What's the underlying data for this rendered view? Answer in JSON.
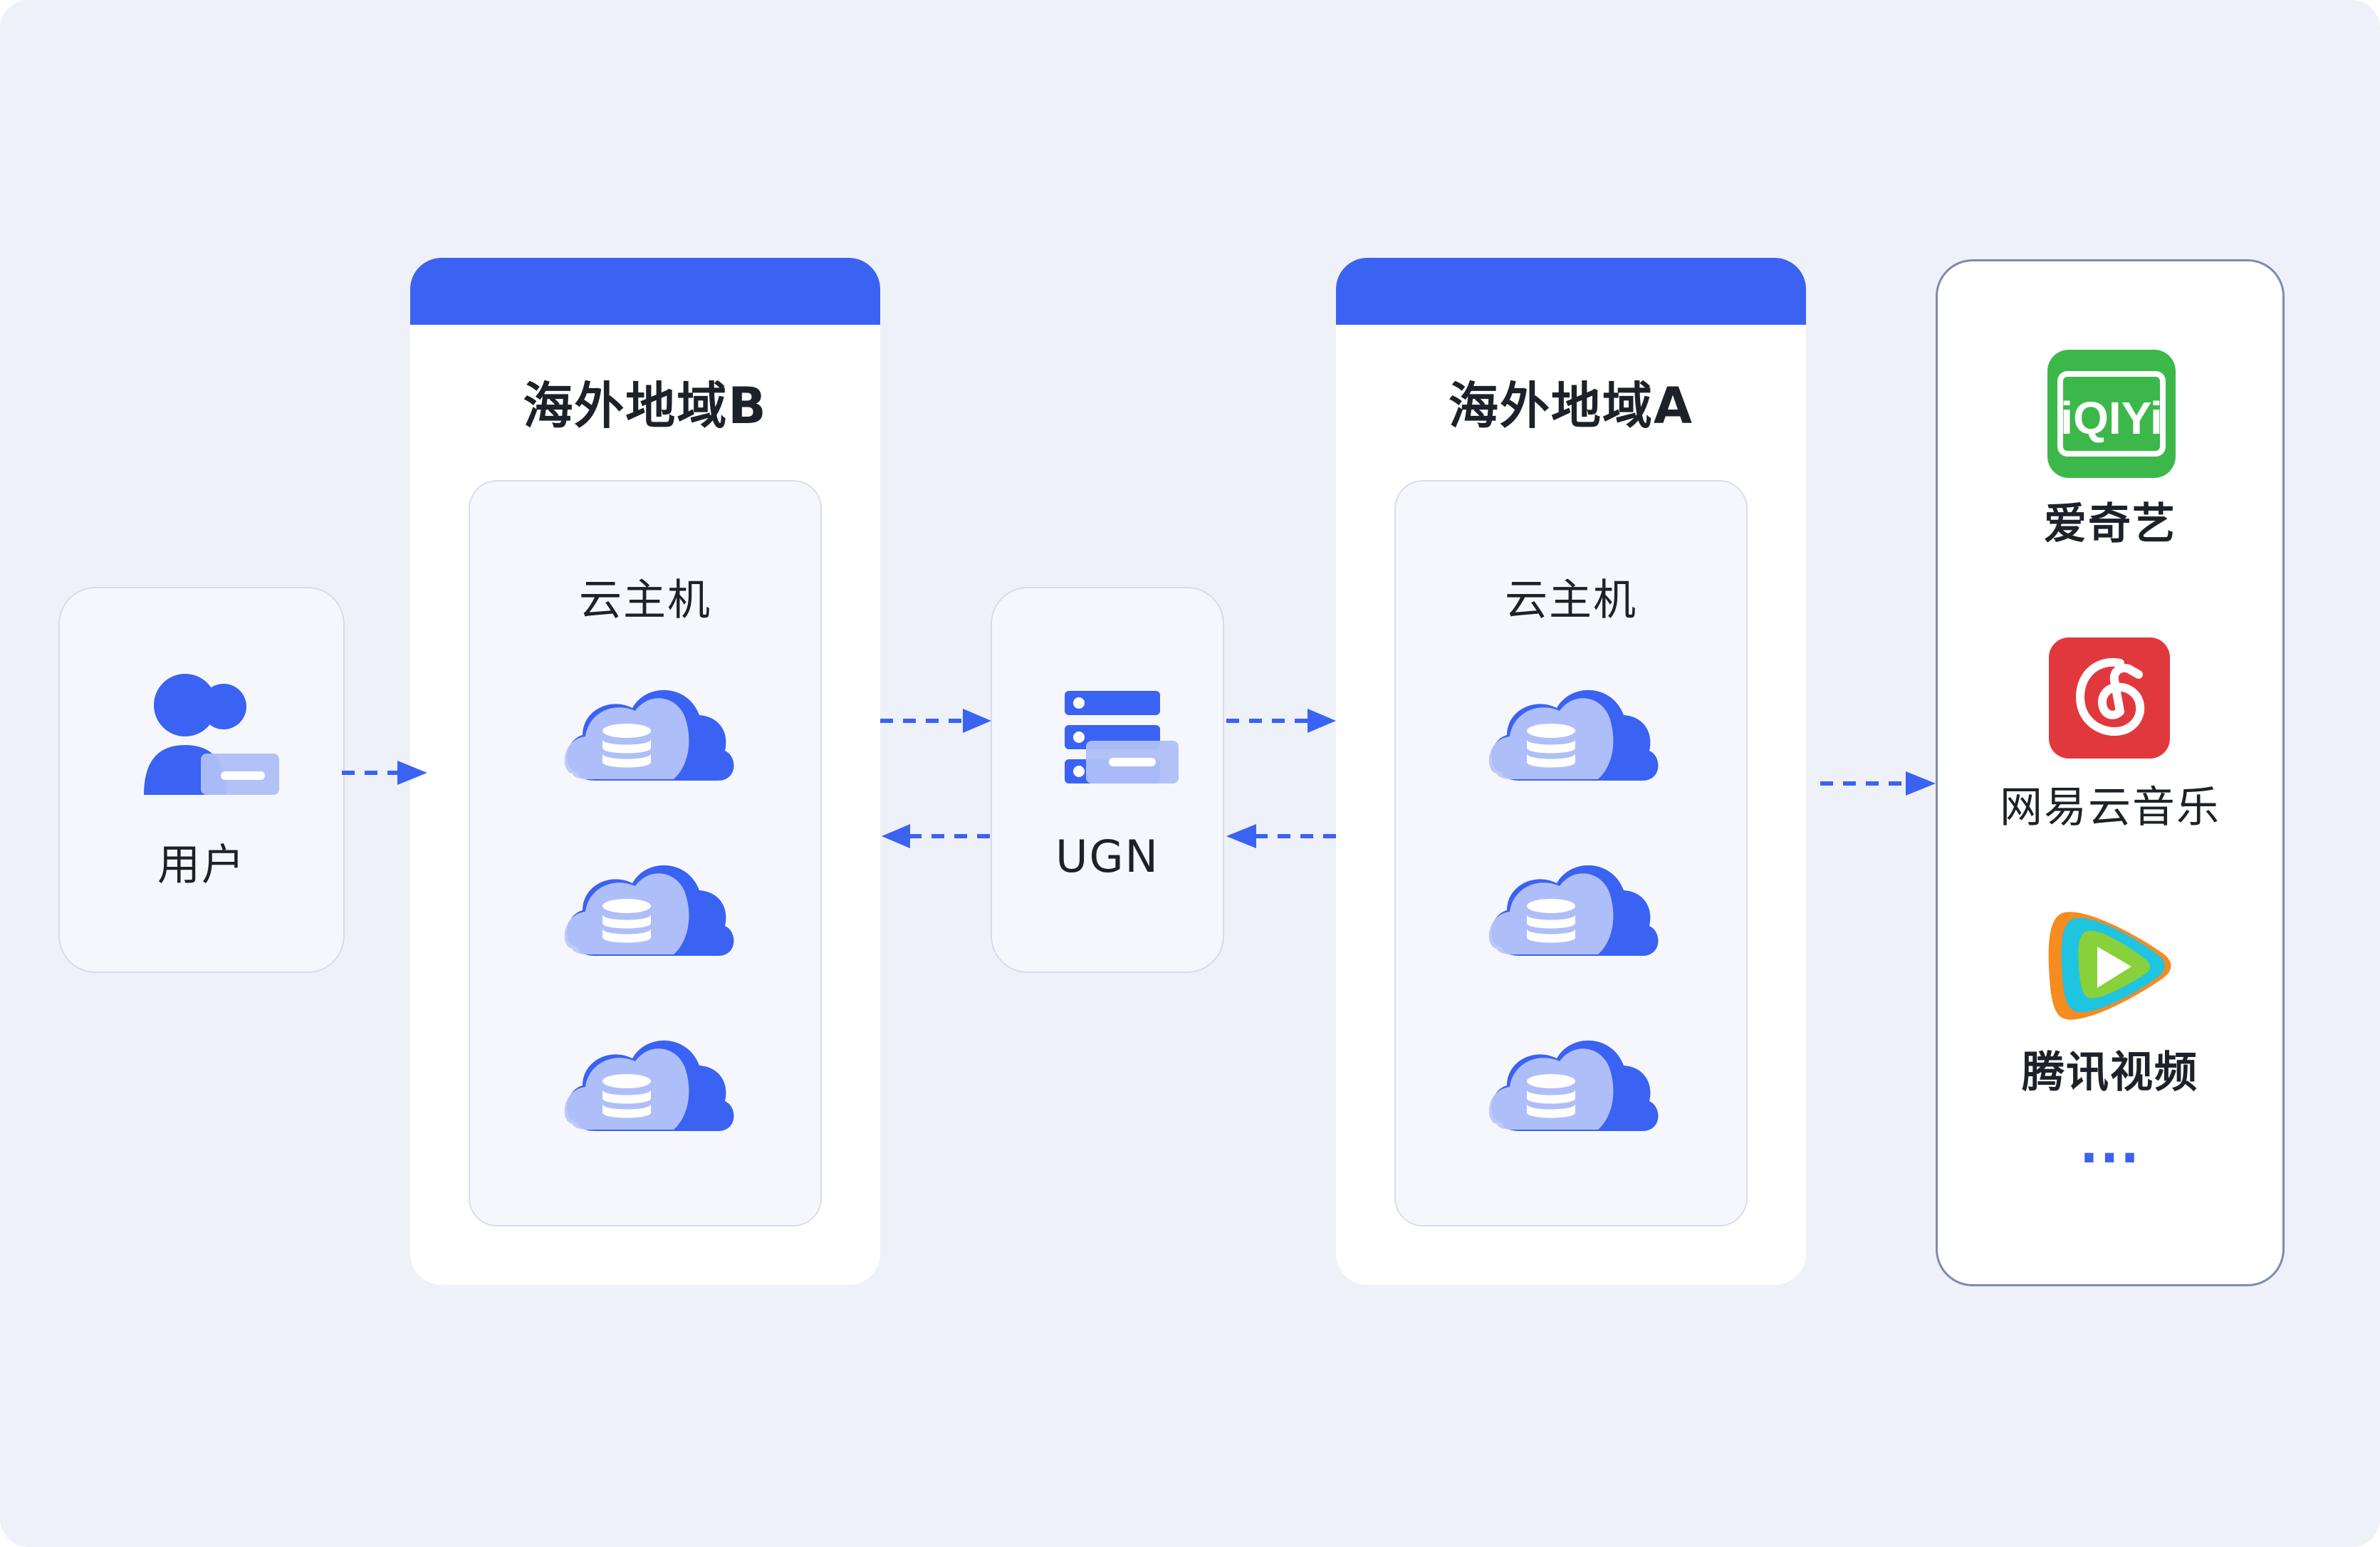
{
  "user": {
    "label": "用户"
  },
  "region_b": {
    "title": "海外地域B",
    "host_label": "云主机"
  },
  "ugn": {
    "label": "UGN"
  },
  "region_a": {
    "title": "海外地域A",
    "host_label": "云主机"
  },
  "apps": {
    "items": [
      {
        "name": "爱奇艺",
        "logo_text": "iQIYi",
        "color": "#3cb84a"
      },
      {
        "name": "网易云音乐",
        "color": "#e1383e"
      },
      {
        "name": "腾讯视频"
      }
    ],
    "more": "..."
  },
  "colors": {
    "accent": "#3a62f3",
    "background": "#eef1f8"
  }
}
